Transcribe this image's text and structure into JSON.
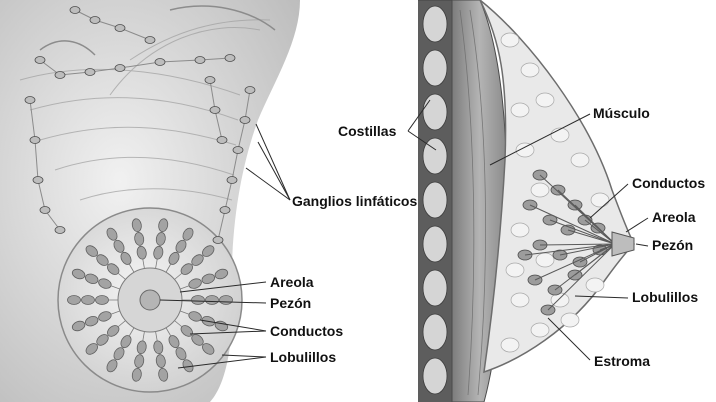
{
  "left_panel": {
    "labels": {
      "ganglios": "Ganglios linfáticos",
      "areola": "Areola",
      "pezon": "Pezón",
      "conductos": "Conductos",
      "lobulillos": "Lobulillos"
    }
  },
  "right_panel": {
    "labels": {
      "costillas": "Costillas",
      "musculo": "Músculo",
      "conductos": "Conductos",
      "areola": "Areola",
      "pezon": "Pezón",
      "lobulillos": "Lobulillos",
      "estroma": "Estroma"
    }
  },
  "colors": {
    "skin": "#dcdcdc",
    "skin_dark": "#a9a9a9",
    "lobule": "#9a9a9a",
    "muscle": "#8e8e8e",
    "fat": "#e8e8e8"
  }
}
